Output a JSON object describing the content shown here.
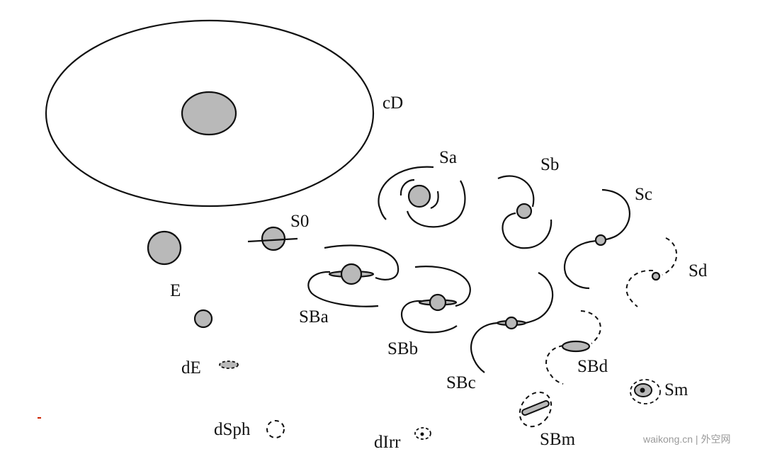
{
  "labels": {
    "cD": "cD",
    "S0": "S0",
    "E": "E",
    "dE": "dE",
    "dSph": "dSph",
    "Sa": "Sa",
    "Sb": "Sb",
    "Sc": "Sc",
    "Sd": "Sd",
    "SBa": "SBa",
    "SBb": "SBb",
    "SBc": "SBc",
    "SBd": "SBd",
    "SBm": "SBm",
    "Sm": "Sm",
    "dIrr": "dIrr"
  },
  "watermark": "waikong.cn | 外空网",
  "colors": {
    "fill": "#b9b9b9",
    "stroke": "#111111",
    "mark": "#cc2200"
  }
}
